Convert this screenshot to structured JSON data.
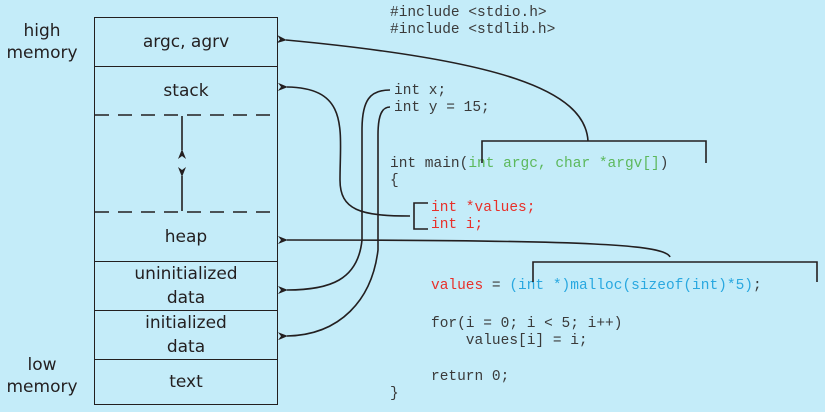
{
  "labels": {
    "high_memory": "high\nmemory",
    "low_memory": "low\nmemory"
  },
  "segments": [
    {
      "id": "argc-argv",
      "label": "argc, agrv"
    },
    {
      "id": "stack",
      "label": "stack"
    },
    {
      "id": "heap",
      "label": "heap"
    },
    {
      "id": "uninitialized-data",
      "label": "uninitialized\ndata"
    },
    {
      "id": "initialized-data",
      "label": "initialized\ndata"
    },
    {
      "id": "text",
      "label": "text"
    }
  ],
  "code": {
    "include1": "#include <stdio.h>",
    "include2": "#include <stdlib.h>",
    "int_x": "int x;",
    "int_y": "int y = 15;",
    "main_prefix": "int main(",
    "main_args": "int argc, char *argv[]",
    "main_suffix": ")",
    "open_brace": "{",
    "decl_values": "int *values;",
    "decl_i": "int i;",
    "assign_lhs": "values",
    "assign_eq": " = ",
    "assign_rhs": "(int *)malloc(sizeof(int)*5)",
    "assign_semicolon": ";",
    "for_line": "for(i = 0; i < 5; i++)",
    "body_line": "    values[i] = i;",
    "return_line": "return 0;",
    "close_brace": "}"
  },
  "colors": {
    "background": "#c4ecf9",
    "args_green": "#5cb85c",
    "locals_red": "#e8302a",
    "malloc_blue": "#29a8e0"
  }
}
